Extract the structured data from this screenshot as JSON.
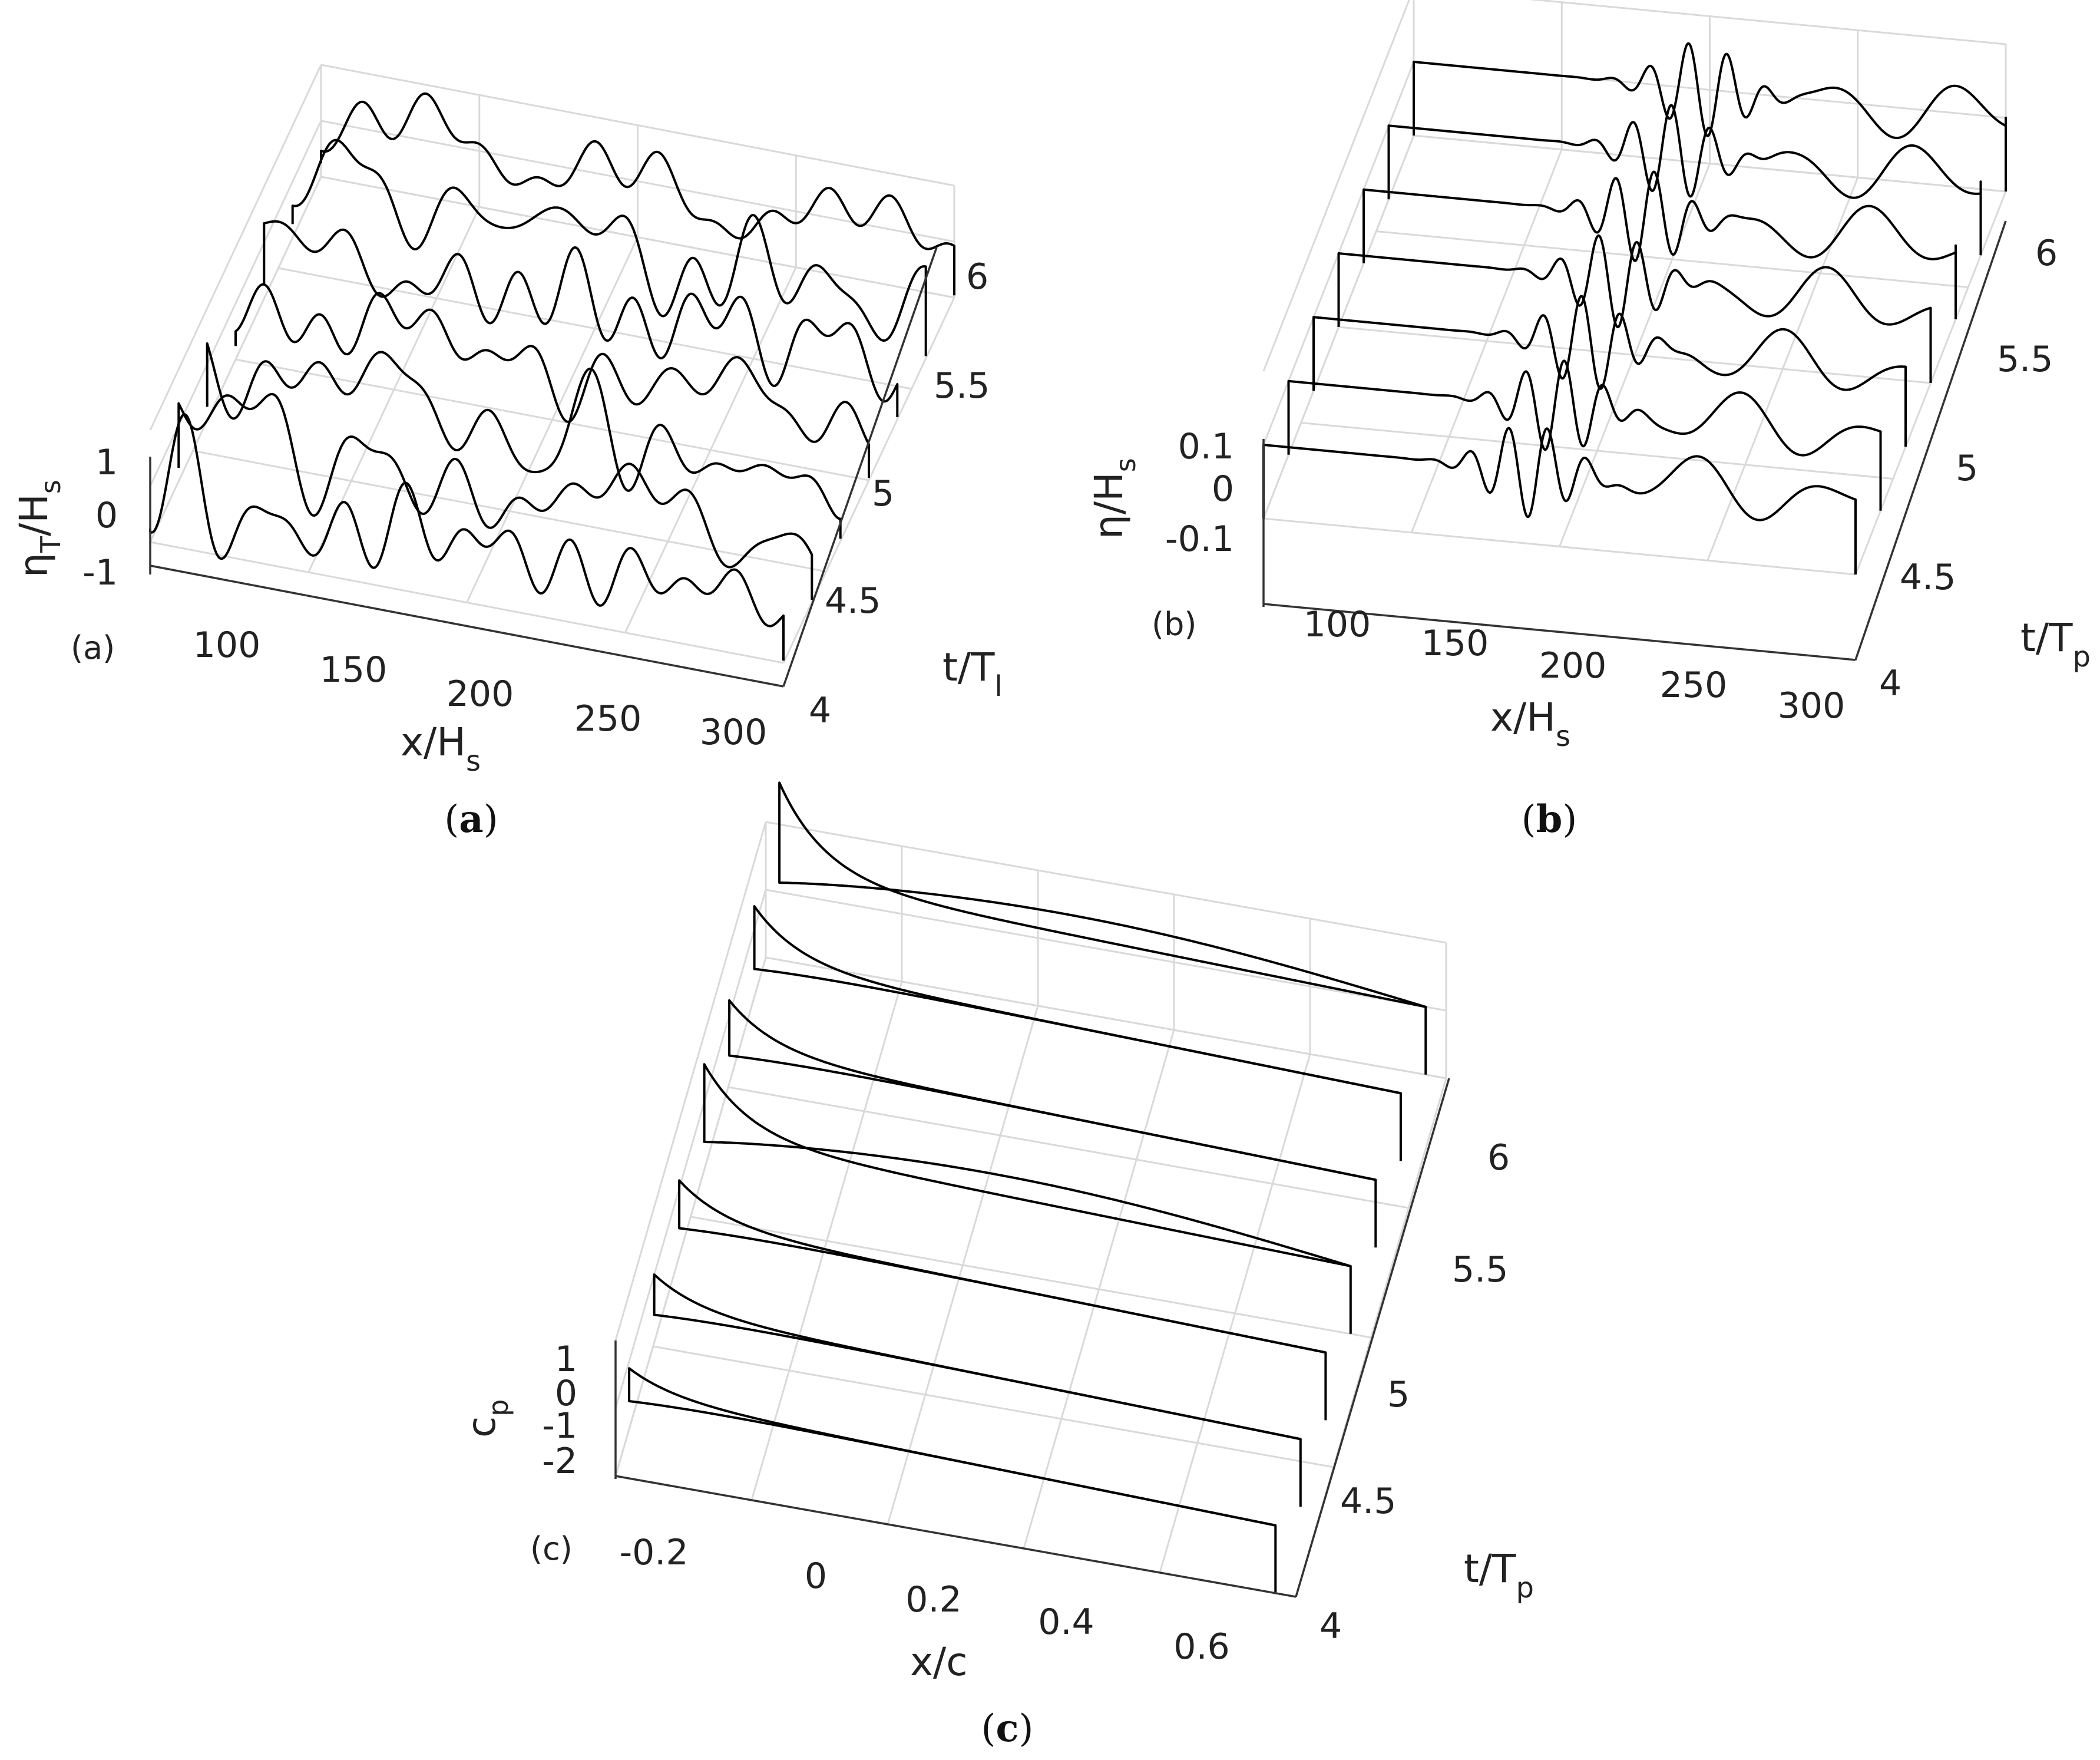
{
  "chart_data": [
    {
      "type": "line",
      "panel_label": "(a)",
      "caption_pre": "(",
      "caption_letter": "a",
      "caption_post": ")",
      "xlabel_main": "x/H",
      "xlabel_sub": "s",
      "ylabel_main": "t/T",
      "ylabel_sub": "l",
      "zlabel_main": "η",
      "zlabel_sub1": "T",
      "zlabel_mid": "/H",
      "zlabel_sub2": "s",
      "x_ticks": [
        "100",
        "150",
        "200",
        "250",
        "300"
      ],
      "y_ticks": [
        "4",
        "4.5",
        "5",
        "5.5",
        "6"
      ],
      "z_ticks": [
        "-1",
        "0",
        "1"
      ],
      "xlim": [
        60,
        310
      ],
      "ylim": [
        4,
        6
      ],
      "zlim": [
        -1.2,
        1.2
      ],
      "y_slices": [
        4.0,
        4.333,
        4.667,
        5.0,
        5.333,
        5.667,
        6.0
      ],
      "description_of_series": "random wave surface elevation eta_T/H_s vs x/H_s at 7 time slices"
    },
    {
      "type": "line",
      "panel_label": "(b)",
      "caption_pre": "(",
      "caption_letter": "b",
      "caption_post": ")",
      "xlabel_main": "x/H",
      "xlabel_sub": "s",
      "ylabel_main": "t/T",
      "ylabel_sub": "p",
      "zlabel_main": "η/H",
      "zlabel_sub": "s",
      "x_ticks": [
        "100",
        "150",
        "200",
        "250",
        "300"
      ],
      "y_ticks": [
        "4",
        "4.5",
        "5",
        "5.5",
        "6"
      ],
      "z_ticks": [
        "-0.1",
        "0",
        "0.1"
      ],
      "xlim": [
        60,
        310
      ],
      "ylim": [
        4,
        6
      ],
      "zlim": [
        -0.15,
        0.15
      ],
      "y_slices": [
        4.0,
        4.333,
        4.667,
        5.0,
        5.333,
        5.667,
        6.0
      ]
    },
    {
      "type": "line",
      "panel_label": "(c)",
      "caption_pre": "(",
      "caption_letter": "c",
      "caption_post": ")",
      "xlabel_main": "x/c",
      "ylabel_main": "t/T",
      "ylabel_sub": "p",
      "zlabel_main": "c",
      "zlabel_sub": "p",
      "x_ticks": [
        "-0.2",
        "0",
        "0.2",
        "0.4",
        "0.6"
      ],
      "y_ticks": [
        "4",
        "4.5",
        "5",
        "5.5",
        "6"
      ],
      "z_ticks": [
        "-2",
        "-1",
        "0",
        "1"
      ],
      "xlim": [
        -0.35,
        0.65
      ],
      "ylim": [
        4,
        6
      ],
      "zlim": [
        -2.3,
        1.2
      ],
      "y_slices": [
        4.0,
        4.333,
        4.667,
        5.0,
        5.333,
        5.667,
        6.0
      ]
    }
  ]
}
